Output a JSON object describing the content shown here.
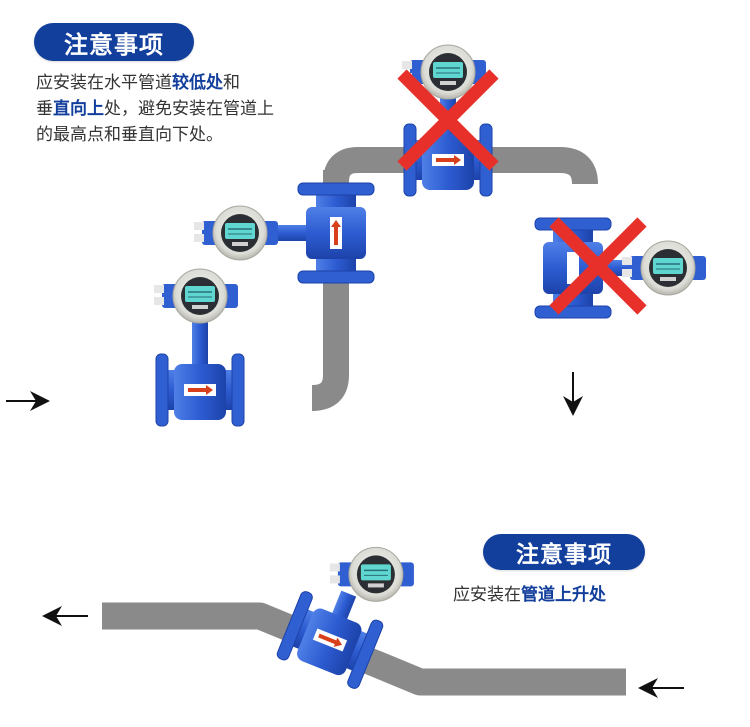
{
  "top_note": {
    "badge": "注意事项",
    "lines": [
      [
        {
          "t": "应安装在水平管道",
          "hl": false
        },
        {
          "t": "较低处",
          "hl": true
        },
        {
          "t": "和",
          "hl": false
        }
      ],
      [
        {
          "t": "垂",
          "hl": false
        },
        {
          "t": "直向上",
          "hl": true
        },
        {
          "t": "处，避免安装在管道上",
          "hl": false
        }
      ],
      [
        {
          "t": "的最高点和垂直向下处。",
          "hl": false
        }
      ]
    ]
  },
  "bottom_note": {
    "badge": "注意事项",
    "prefix": "应安装在",
    "highlight": "管道上升处"
  },
  "colors": {
    "badge_bg": "#123f9c",
    "highlight_text": "#123f9c",
    "body_text": "#333333",
    "meter_blue": "#2f5fd0",
    "pipe_gray": "#6f6f6f",
    "cross_red": "#e8302b",
    "lcd": "#5fd6d0",
    "flow_arrow": "#d8401c"
  },
  "diagram": {
    "flow_arrows": [
      {
        "name": "inlet-arrow-top",
        "direction": "right"
      },
      {
        "name": "outlet-arrow-top",
        "direction": "down"
      },
      {
        "name": "outlet-arrow-bottom",
        "direction": "left"
      },
      {
        "name": "inlet-arrow-bottom",
        "direction": "left"
      }
    ],
    "meters": [
      {
        "name": "meter-low-horizontal",
        "position": "horizontal pipe, lowest section",
        "status": "correct"
      },
      {
        "name": "meter-vertical-up",
        "position": "vertical pipe, upward flow",
        "status": "correct"
      },
      {
        "name": "meter-top-highest",
        "position": "highest point of pipe",
        "status": "incorrect"
      },
      {
        "name": "meter-vertical-down",
        "position": "vertical pipe, downward flow",
        "status": "incorrect"
      },
      {
        "name": "meter-rising-pipe",
        "position": "rising pipe section",
        "status": "correct"
      }
    ]
  }
}
